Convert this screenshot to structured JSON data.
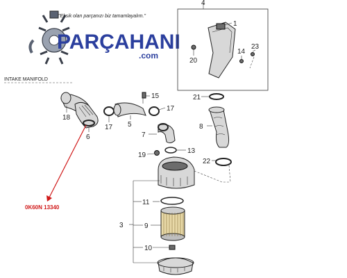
{
  "logo": {
    "tagline": "\"Eksik olan parçanızı biz tamamlayalım.\"",
    "brand": "PARÇAHANI",
    "domain": ".com",
    "brand_color": "#2b3f9e"
  },
  "labels": {
    "intake_manifold": "INTAKE MANIFOLD",
    "part_number": "0K60N 13340"
  },
  "callouts": {
    "c1": "1",
    "c2": "20",
    "c3": "14",
    "c4": "23",
    "c5": "21",
    "c6": "15",
    "c7": "18",
    "c8": "6",
    "c9": "17",
    "c10": "5",
    "c11": "17",
    "c12": "7",
    "c13": "8",
    "c14": "19",
    "c15": "13",
    "c16": "22",
    "c17": "11",
    "c18": "3",
    "c19": "9",
    "c20": "10",
    "c21": "4"
  },
  "colors": {
    "highlight": "#d01818",
    "line": "#333333"
  }
}
